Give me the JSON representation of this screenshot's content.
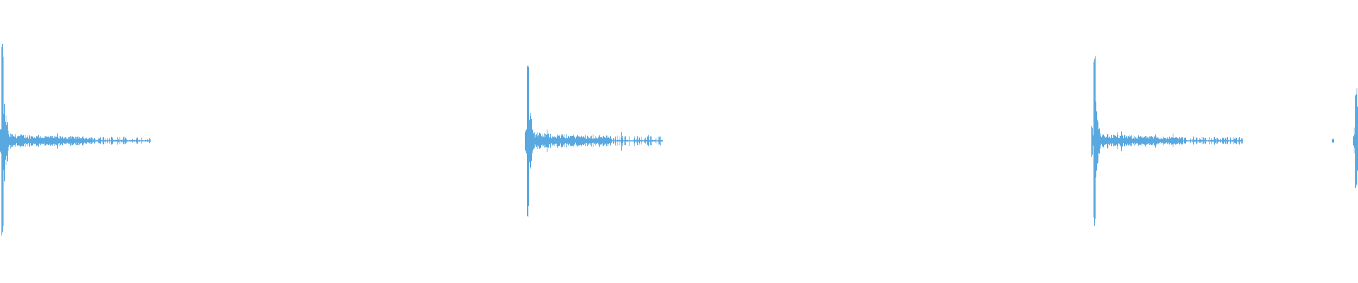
{
  "waveform": {
    "color": "#5aa8e0",
    "background": "#ffffff",
    "transients": [
      {
        "onset": 0.001,
        "amplitude": 0.87,
        "upper": 0.86,
        "lower": 0.87,
        "body": 0.38,
        "tail_extent": 0.11,
        "tail_level": 0.03
      },
      {
        "onset": 0.388,
        "amplitude": 0.8,
        "upper": 0.79,
        "lower": 0.8,
        "body": 0.33,
        "tail_extent": 0.1,
        "tail_level": 0.04
      },
      {
        "onset": 0.805,
        "amplitude": 0.82,
        "upper": 0.81,
        "lower": 0.82,
        "body": 0.35,
        "tail_extent": 0.11,
        "tail_level": 0.03
      },
      {
        "onset": 0.998,
        "amplitude": 0.48,
        "upper": 0.46,
        "lower": 0.48,
        "body": 0.32,
        "tail_extent": 0.002,
        "tail_level": 0.01
      }
    ],
    "pre_echoes": [
      {
        "position": 0.981,
        "level": 0.015
      }
    ]
  }
}
